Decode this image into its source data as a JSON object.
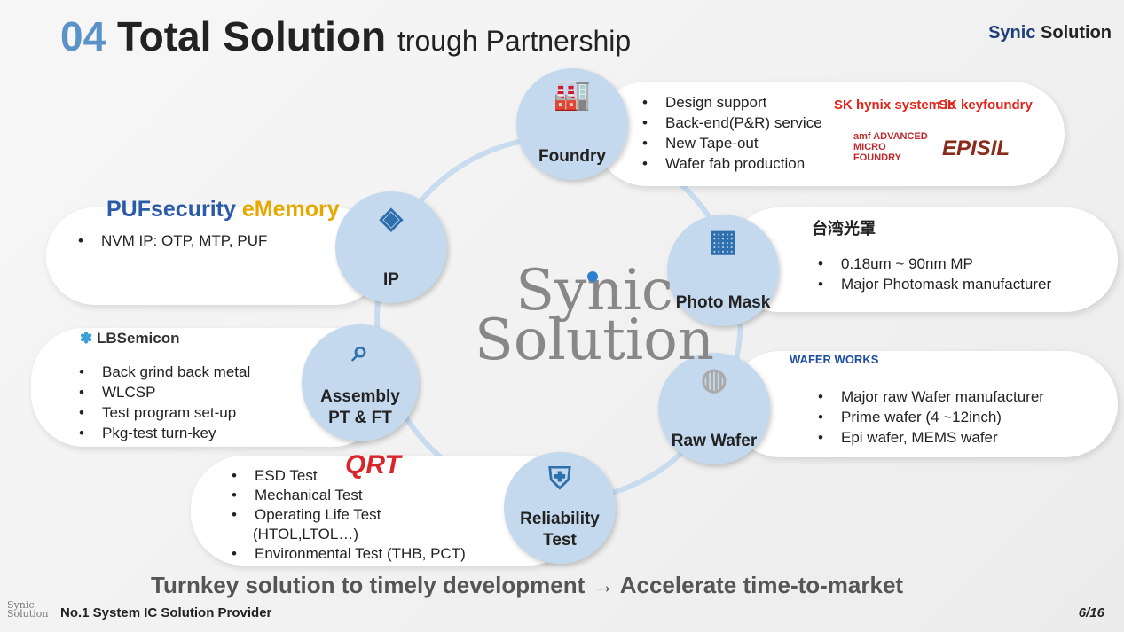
{
  "header": {
    "number": "04",
    "title": "Total Solution",
    "subtitle": "trough Partnership",
    "brand_a": "Synic",
    "brand_b": "Solution"
  },
  "center_logo": {
    "line1": "Synic",
    "line2": "Solution"
  },
  "nodes": {
    "foundry": {
      "label": "Foundry",
      "bullets": [
        "Design support",
        "Back-end(P&R) service",
        "New Tape-out",
        "Wafer fab production"
      ],
      "logos": [
        "SK hynix system ic",
        "SK keyfoundry",
        "amf ADVANCED MICRO FOUNDRY",
        "EPISIL"
      ]
    },
    "photomask": {
      "label": "Photo Mask",
      "bullets": [
        "0.18um ~ 90nm MP",
        "Major Photomask manufacturer"
      ],
      "logos": [
        "台湾光罩"
      ]
    },
    "rawwafer": {
      "label": "Raw Wafer",
      "bullets": [
        "Major raw Wafer manufacturer",
        "Prime wafer (4 ~12inch)",
        "Epi wafer, MEMS wafer"
      ],
      "logos": [
        "WAFER WORKS"
      ]
    },
    "reliability": {
      "label": "Reliability Test",
      "bullets": [
        "ESD Test",
        "Mechanical Test",
        "Operating Life Test",
        "(HTOL,LTOL…)",
        "Environmental Test (THB, PCT)"
      ],
      "logos": [
        "QRT"
      ]
    },
    "assembly": {
      "label": "Assembly PT & FT",
      "bullets": [
        "Back grind back metal",
        "WLCSP",
        "Test program set-up",
        "Pkg-test turn-key"
      ],
      "logos": [
        "LBSemicon"
      ]
    },
    "ip": {
      "label": "IP",
      "bullets": [
        "NVM IP: OTP, MTP, PUF"
      ],
      "logos": [
        "PUFsecurity",
        "eMemory"
      ]
    }
  },
  "footer": {
    "tagline": "Turnkey solution to timely development → Accelerate time-to-market",
    "company": "No.1 System IC Solution Provider",
    "page": "6/16",
    "mini_logo": "Synic Solution"
  },
  "colors": {
    "accent": "#5b93c7",
    "circle": "#c5d9ee",
    "brand": "#1f3f7a"
  }
}
